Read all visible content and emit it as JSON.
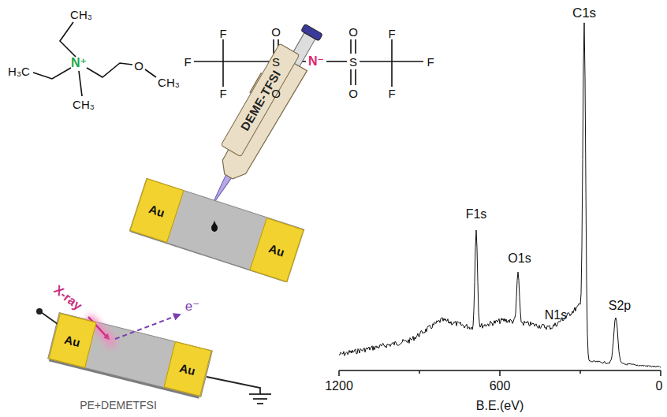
{
  "diagram": {
    "nodes": [
      {
        "text": [
          "DEME-TFSI"
        ]
      },
      {
        "text": [
          "Au"
        ]
      },
      {
        "text": [
          "Au"
        ]
      },
      {
        "text": [
          "Au"
        ]
      },
      {
        "text": [
          "Au"
        ]
      }
    ],
    "labels": [
      "CH₃",
      "H₃C",
      "N⁺",
      "O",
      "CH₃",
      "CH₃",
      "F",
      "F",
      "F",
      "O",
      "S",
      "O",
      "N⁻",
      "O",
      "S",
      "O",
      "F",
      "F",
      "F",
      "X-ray",
      "e⁻",
      "PE+DEMETFSI",
      "F1s",
      "O1s",
      "N1s",
      "C1s",
      "S2p",
      "1200",
      "600",
      "0",
      "B.E.(eV)"
    ]
  }
}
